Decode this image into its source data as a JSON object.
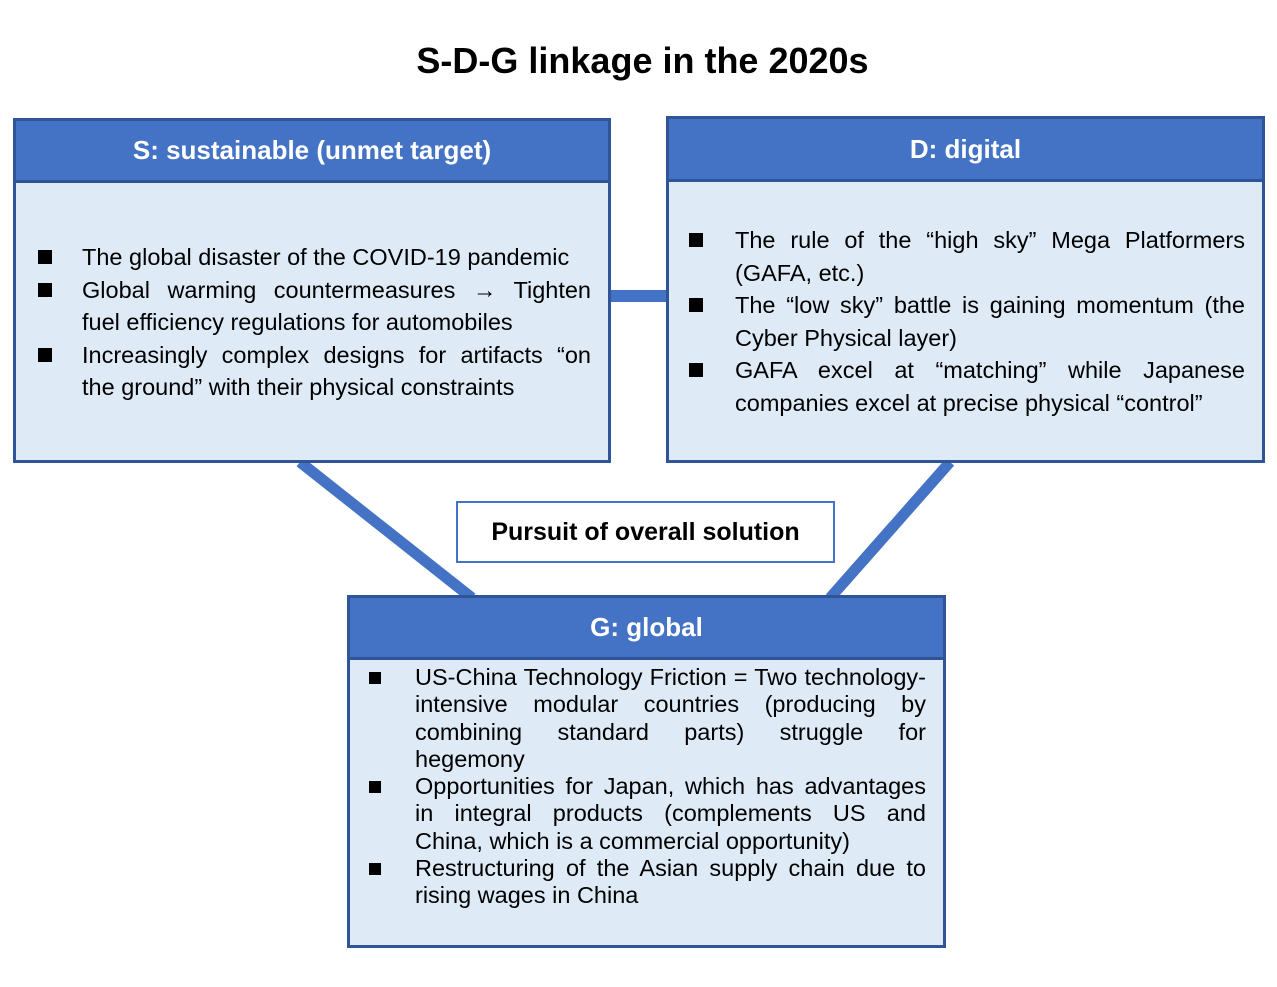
{
  "title": "S-D-G linkage in the 2020s",
  "s_box": {
    "header": "S: sustainable (unmet target)",
    "items": [
      "The global disaster of the COVID-19 pandemic",
      "Global warming countermeasures → Tighten fuel efficiency regulations for automobiles",
      "Increasingly complex designs for artifacts “on the ground” with their physical constraints"
    ]
  },
  "d_box": {
    "header": "D: digital",
    "items": [
      "The rule of the “high sky” Mega Platformers (GAFA, etc.)",
      "The “low sky” battle is gaining momentum (the Cyber Physical layer)",
      "GAFA excel at “matching” while Japanese companies excel at precise physical “control”"
    ]
  },
  "center_label": "Pursuit of overall solution",
  "g_box": {
    "header": "G: global",
    "items": [
      "US-China Technology Friction = Two technology-intensive modular countries (producing by combining standard parts) struggle for hegemony",
      "Opportunities for Japan, which has advantages in integral products (complements US and China, which is a commercial opportunity)",
      "Restructuring of the Asian supply chain due to rising wages in China"
    ]
  },
  "colors": {
    "header": "#4472C4",
    "border": "#2F5597",
    "body": "#DEEAF6"
  }
}
